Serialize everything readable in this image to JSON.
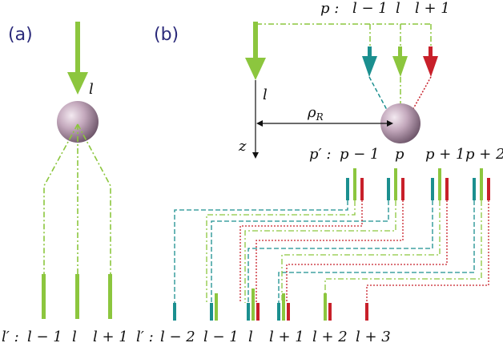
{
  "panels": {
    "a": "(a)",
    "b": "(b)"
  },
  "labels": {
    "a_incident": "l",
    "b_incident": "l",
    "rho": "ρ",
    "rho_sub": "R",
    "z_axis": "z",
    "p_prefix": "p :",
    "p_values": [
      "l − 1",
      "l",
      "l + 1"
    ],
    "pprime_prefix": "p′ :",
    "pprime_values": [
      "p − 1",
      "p",
      "p + 1",
      "p + 2"
    ],
    "a_bottom_prefix": "l′ :",
    "a_bottom_values": [
      "l − 1",
      "l",
      "l + 1"
    ],
    "b_bottom_prefix": "l′ :",
    "b_bottom_values": [
      "l − 2",
      "l − 1",
      "l",
      "l + 1",
      "l + 2",
      "l + 3"
    ]
  },
  "colors": {
    "green": "#8cc63e",
    "teal": "#1b8f8f",
    "red": "#c8202a",
    "sphere_light": "#e9dbe5",
    "sphere_dark": "#8a6f84",
    "text": "#111111",
    "panel_label": "#2b2a7a"
  }
}
